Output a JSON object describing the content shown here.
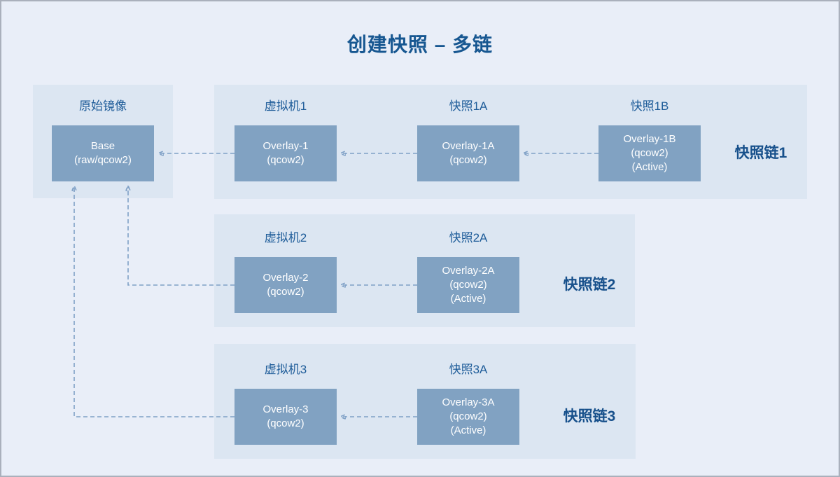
{
  "title": "创建快照 – 多链",
  "base_panel": {
    "label": "原始镜像",
    "box": [
      "Base",
      "(raw/qcow2)"
    ]
  },
  "chains": [
    {
      "chain_label": "快照链1",
      "nodes": [
        {
          "label": "虚拟机1",
          "box": [
            "Overlay-1",
            "(qcow2)"
          ]
        },
        {
          "label": "快照1A",
          "box": [
            "Overlay-1A",
            "(qcow2)"
          ]
        },
        {
          "label": "快照1B",
          "box": [
            "Overlay-1B",
            "(qcow2)",
            "(Active)"
          ]
        }
      ]
    },
    {
      "chain_label": "快照链2",
      "nodes": [
        {
          "label": "虚拟机2",
          "box": [
            "Overlay-2",
            "(qcow2)"
          ]
        },
        {
          "label": "快照2A",
          "box": [
            "Overlay-2A",
            "(qcow2)",
            "(Active)"
          ]
        }
      ]
    },
    {
      "chain_label": "快照链3",
      "nodes": [
        {
          "label": "虚拟机3",
          "box": [
            "Overlay-3",
            "(qcow2)"
          ]
        },
        {
          "label": "快照3A",
          "box": [
            "Overlay-3A",
            "(qcow2)",
            "(Active)"
          ]
        }
      ]
    }
  ],
  "colors": {
    "page_bg": "#E9EEF8",
    "panel_bg": "#DCE6F2",
    "box_fill": "#81A2C2",
    "box_text": "#FFFFFF",
    "node_label": "#1E5C99",
    "chain_label": "#17508B",
    "title": "#175791",
    "connector": "#7FA0C6",
    "border": "#AAB0BC"
  }
}
